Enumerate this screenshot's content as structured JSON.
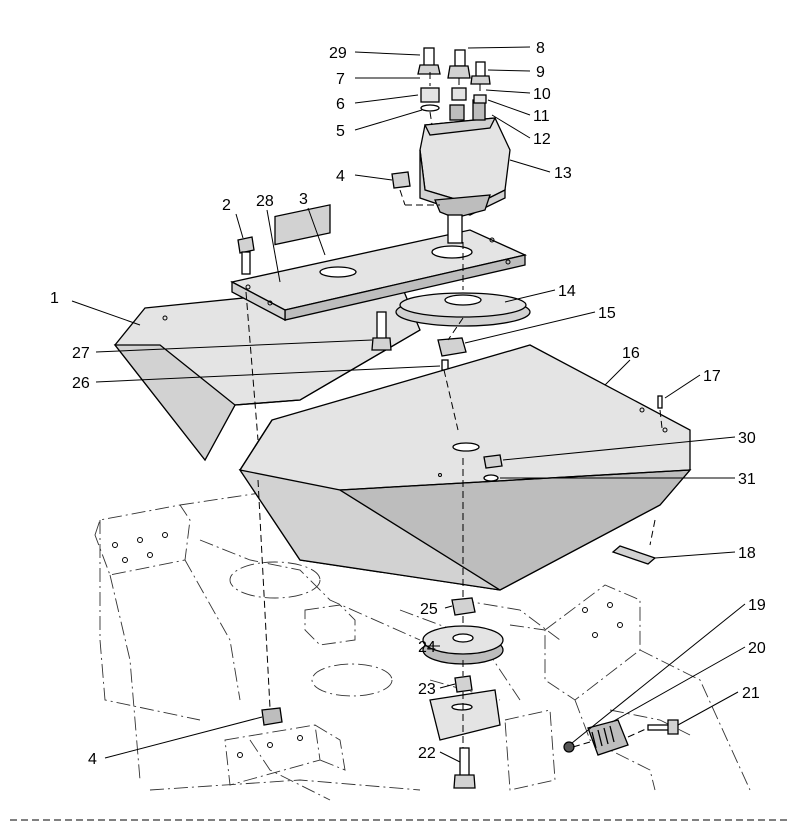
{
  "callouts": [
    {
      "n": "1",
      "label": "1"
    },
    {
      "n": "2",
      "label": "2"
    },
    {
      "n": "3",
      "label": "3"
    },
    {
      "n": "4a",
      "label": "4"
    },
    {
      "n": "4b",
      "label": "4"
    },
    {
      "n": "5",
      "label": "5"
    },
    {
      "n": "6",
      "label": "6"
    },
    {
      "n": "7",
      "label": "7"
    },
    {
      "n": "8",
      "label": "8"
    },
    {
      "n": "9",
      "label": "9"
    },
    {
      "n": "10",
      "label": "10"
    },
    {
      "n": "11",
      "label": "11"
    },
    {
      "n": "12",
      "label": "12"
    },
    {
      "n": "13",
      "label": "13"
    },
    {
      "n": "14",
      "label": "14"
    },
    {
      "n": "15",
      "label": "15"
    },
    {
      "n": "16",
      "label": "16"
    },
    {
      "n": "17",
      "label": "17"
    },
    {
      "n": "18",
      "label": "18"
    },
    {
      "n": "19",
      "label": "19"
    },
    {
      "n": "20",
      "label": "20"
    },
    {
      "n": "21",
      "label": "21"
    },
    {
      "n": "22",
      "label": "22"
    },
    {
      "n": "23",
      "label": "23"
    },
    {
      "n": "24",
      "label": "24"
    },
    {
      "n": "25",
      "label": "25"
    },
    {
      "n": "26",
      "label": "26"
    },
    {
      "n": "27",
      "label": "27"
    },
    {
      "n": "28",
      "label": "28"
    },
    {
      "n": "29",
      "label": "29"
    },
    {
      "n": "30",
      "label": "30"
    },
    {
      "n": "31",
      "label": "31"
    }
  ],
  "colors": {
    "line": "#000000",
    "fill_light": "#e4e4e4",
    "fill_mid": "#d2d2d2",
    "fill_dark": "#bdbdbd",
    "background": "#ffffff"
  }
}
